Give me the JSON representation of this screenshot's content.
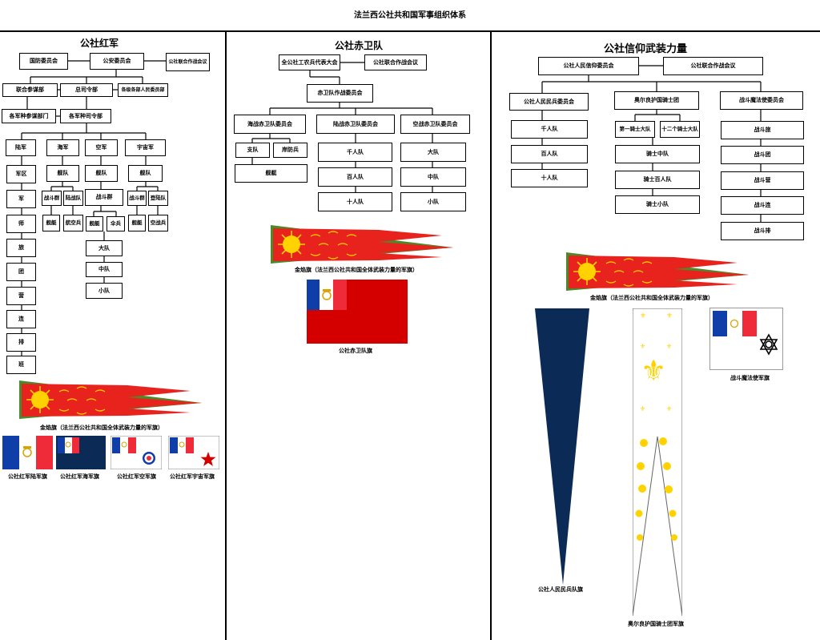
{
  "title": "法兰西公社共和国军事组织体系",
  "army": {
    "heading": "公社红军",
    "national_defense": "国防委员会",
    "public_security": "公安委员会",
    "joint_council": "公社联合作战会议",
    "joint_staff": "联合参谋部",
    "general_command": "总司令部",
    "peoples_committees": "各级各部人民委员部",
    "service_staff": "各军种参谋部门",
    "service_command": "各军种司令部",
    "branches": [
      "陆军",
      "海军",
      "空军",
      "宇宙军"
    ],
    "land_units": [
      "军区",
      "军",
      "师",
      "旅",
      "团",
      "营",
      "连",
      "排",
      "班"
    ],
    "navy_fleet": "舰队",
    "navy_subs": [
      "战斗群",
      "陆战队"
    ],
    "navy_leaves": [
      "舰艇",
      "航空兵"
    ],
    "air_fleet": "舰队",
    "air_group": "战斗群",
    "air_leaves": [
      "舰艇",
      "伞兵"
    ],
    "air_units": [
      "大队",
      "中队",
      "小队"
    ],
    "space_fleet": "舰队",
    "space_subs": [
      "战斗群",
      "登陆队"
    ],
    "space_leaves": [
      "舰艇",
      "空战兵"
    ],
    "banner_caption": "金焰旗（法兰西公社共和国全体武装力量的军旗）",
    "flag_captions": [
      "公社红军陆军旗",
      "公社红军海军旗",
      "公社红军空军旗",
      "公社红军宇宙军旗"
    ]
  },
  "red_guard": {
    "heading": "公社赤卫队",
    "congress": "全公社工农兵代表大会",
    "joint_council": "公社联合作战会议",
    "committee": "赤卫队作战委员会",
    "sea": "海战赤卫队委员会",
    "land": "陆战赤卫队委员会",
    "air": "空战赤卫队委员会",
    "sea_subs": [
      "支队",
      "岸防兵"
    ],
    "sea_leaf": "舰艇",
    "land_units": [
      "千人队",
      "百人队",
      "十人队"
    ],
    "air_units": [
      "大队",
      "中队",
      "小队"
    ],
    "banner_caption": "金焰旗（法兰西公社共和国全体武装力量的军旗）",
    "flag_caption": "公社赤卫队旗"
  },
  "faith": {
    "heading": "公社信仰武装力量",
    "peoples_faith": "公社人民信仰委员会",
    "joint_council": "公社联合作战会议",
    "militia_committee": "公社人民民兵委员会",
    "knights_order": "奥尔良护国骑士团",
    "mages_committee": "战斗魔法使委员会",
    "militia_units": [
      "千人队",
      "百人队",
      "十人队"
    ],
    "knight_battalions": [
      "第一骑士大队",
      "十二个骑士大队"
    ],
    "knight_units": [
      "骑士中队",
      "骑士百人队",
      "骑士小队"
    ],
    "mage_units": [
      "战斗旅",
      "战斗团",
      "战斗营",
      "战斗连",
      "战斗排"
    ],
    "banner_caption": "金焰旗（法兰西公社共和国全体武装力量的军旗）",
    "mage_flag_caption": "战斗魔法使军旗",
    "militia_flag_caption": "公社人民民兵队旗",
    "knights_flag_caption": "奥尔良护国骑士团军旗"
  },
  "colors": {
    "flag_red": "#d40000",
    "banner_red": "#e8231e",
    "banner_green": "#4a8a2a",
    "navy_blue": "#0b2a55",
    "tricolor_blue": "#0f3ea8",
    "sun_yellow": "#ffd200"
  }
}
